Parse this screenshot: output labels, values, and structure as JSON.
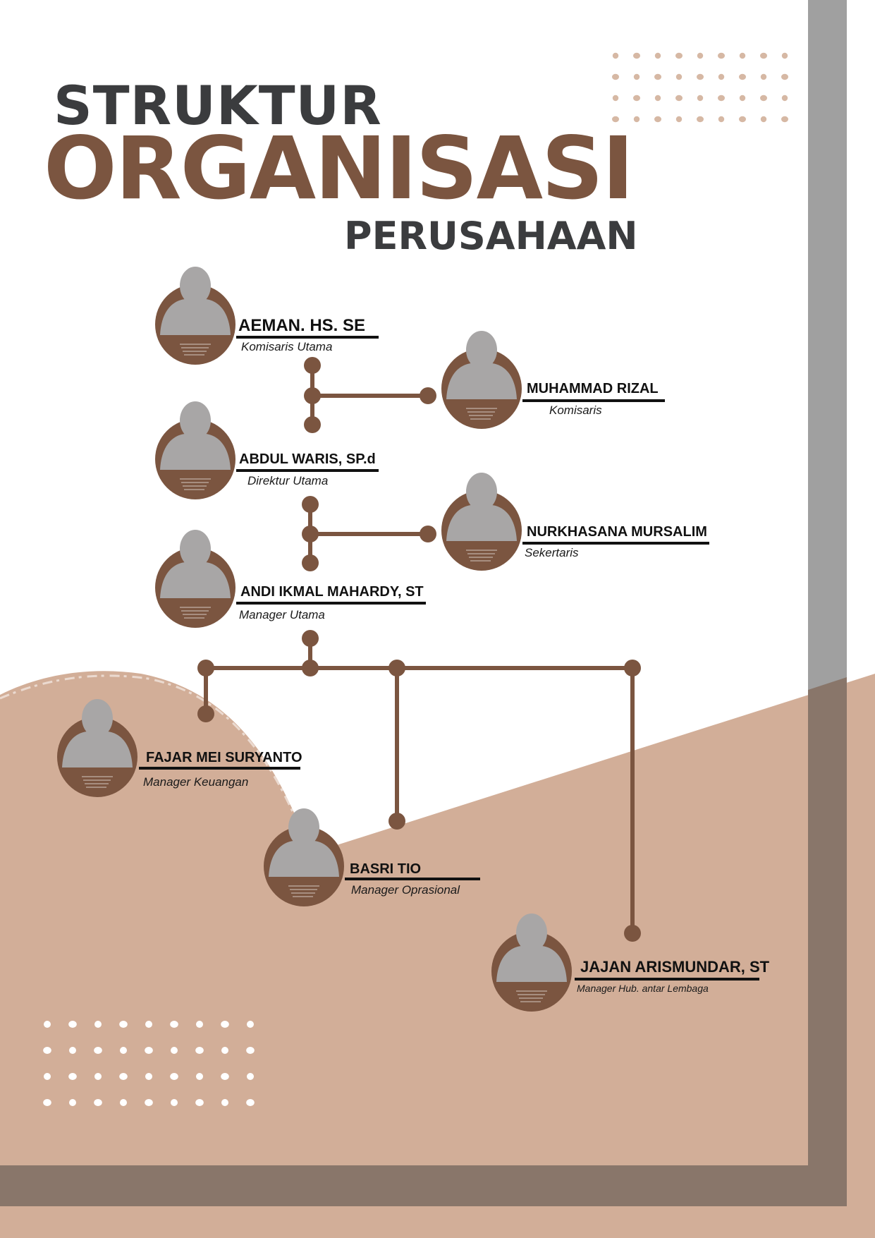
{
  "title": {
    "line1": "STRUKTUR",
    "line2": "ORGANISASI",
    "line3": "PERUSAHAAN"
  },
  "colors": {
    "brand_brown": "#7b5540",
    "dark_text": "#3b3c3e",
    "tan_background": "#d2ae98",
    "frame_gray": "#a0a0a0",
    "frame_dark": "#89766a",
    "avatar_gray": "#a8a6a6"
  },
  "members": [
    {
      "id": "aeman",
      "name": "AEMAN. HS. SE",
      "role": "Komisaris Utama"
    },
    {
      "id": "rizal",
      "name": "MUHAMMAD RIZAL",
      "role": "Komisaris"
    },
    {
      "id": "abdul",
      "name": "ABDUL WARIS, SP.d",
      "role": "Direktur Utama"
    },
    {
      "id": "nurkhasana",
      "name": "NURKHASANA MURSALIM",
      "role": "Sekertaris"
    },
    {
      "id": "andi",
      "name": "ANDI IKMAL MAHARDY, ST",
      "role": "Manager Utama"
    },
    {
      "id": "fajar",
      "name": "FAJAR MEI SURYANTO",
      "role": "Manager Keuangan"
    },
    {
      "id": "basri",
      "name": "BASRI TIO",
      "role": "Manager Oprasional"
    },
    {
      "id": "jajan",
      "name": "JAJAN ARISMUNDAR, ST",
      "role": "Manager Hub. antar Lembaga"
    }
  ],
  "icons": {
    "avatar": "person-silhouette-icon"
  }
}
